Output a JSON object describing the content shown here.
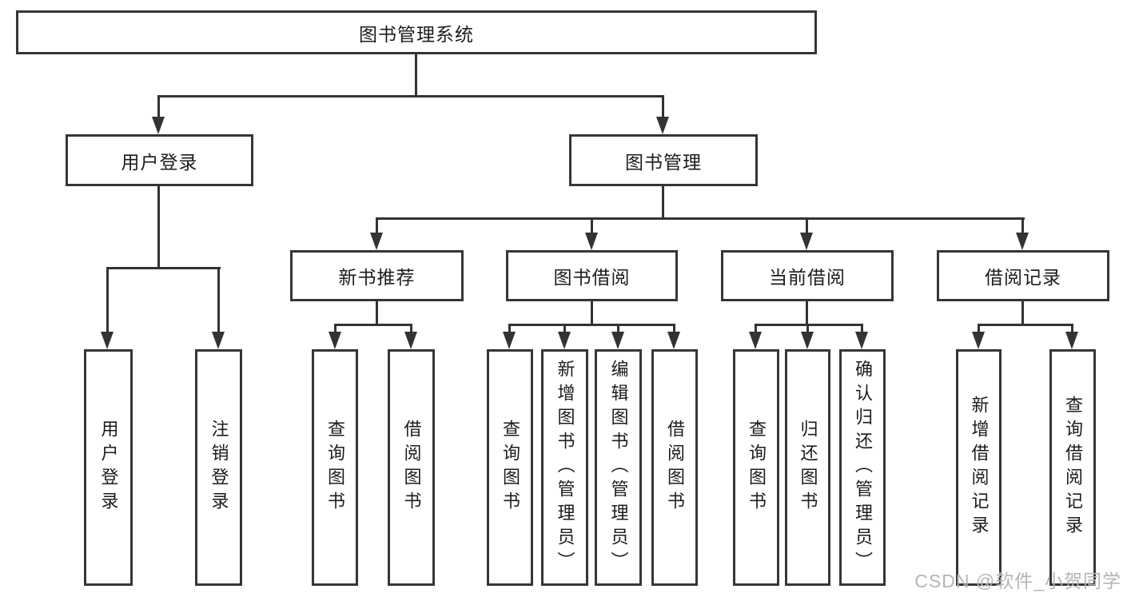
{
  "tree": {
    "root": {
      "label": "图书管理系统"
    },
    "children": [
      {
        "label": "用户登录",
        "children": [
          {
            "label": "用户登录"
          },
          {
            "label": "注销登录"
          }
        ]
      },
      {
        "label": "图书管理",
        "children": [
          {
            "label": "新书推荐",
            "children": [
              {
                "label": "查询图书"
              },
              {
                "label": "借阅图书"
              }
            ]
          },
          {
            "label": "图书借阅",
            "children": [
              {
                "label": "查询图书"
              },
              {
                "label": "新增图书（管理员）"
              },
              {
                "label": "编辑图书（管理员）"
              },
              {
                "label": "借阅图书"
              }
            ]
          },
          {
            "label": "当前借阅",
            "children": [
              {
                "label": "查询图书"
              },
              {
                "label": "归还图书"
              },
              {
                "label": "确认归还（管理员）"
              }
            ]
          },
          {
            "label": "借阅记录",
            "children": [
              {
                "label": "新增借阅记录"
              },
              {
                "label": "查询借阅记录"
              }
            ]
          }
        ]
      }
    ]
  },
  "watermark": "CSDN @软件_小贺同学"
}
